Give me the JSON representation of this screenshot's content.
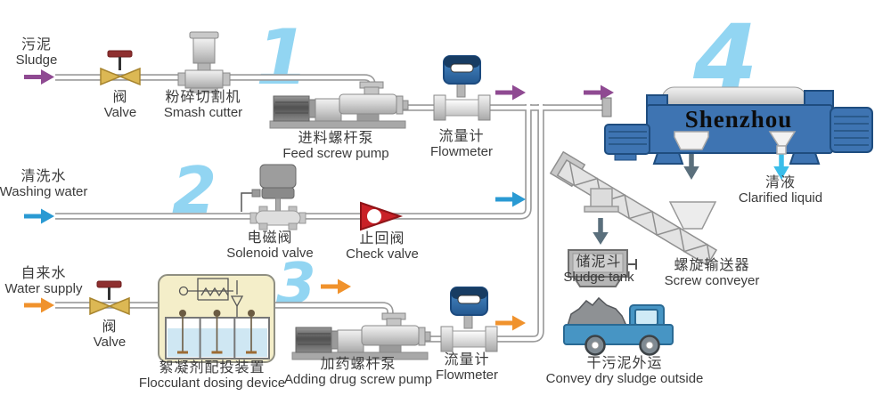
{
  "title": "Sludge dewatering process flow diagram",
  "brand": "Shenzhou",
  "stages": {
    "s1": "1",
    "s2": "2",
    "s3": "3",
    "s4": "4"
  },
  "labels": {
    "sludge": {
      "cn": "污泥",
      "en": "Sludge"
    },
    "valve1": {
      "cn": "阀",
      "en": "Valve"
    },
    "smash_cutter": {
      "cn": "粉碎切割机",
      "en": "Smash cutter"
    },
    "feed_screw_pump": {
      "cn": "进料螺杆泵",
      "en": "Feed screw pump"
    },
    "flowmeter1": {
      "cn": "流量计",
      "en": "Flowmeter"
    },
    "washing_water": {
      "cn": "清洗水",
      "en": "Washing water"
    },
    "solenoid_valve": {
      "cn": "电磁阀",
      "en": "Solenoid valve"
    },
    "check_valve": {
      "cn": "止回阀",
      "en": "Check valve"
    },
    "water_supply": {
      "cn": "自来水",
      "en": "Water supply"
    },
    "valve2": {
      "cn": "阀",
      "en": "Valve"
    },
    "flocculant": {
      "cn": "絮凝剂配投装置",
      "en": "Flocculant dosing device"
    },
    "dosing_pump": {
      "cn": "加药螺杆泵",
      "en": "Adding drug screw pump"
    },
    "flowmeter2": {
      "cn": "流量计",
      "en": "Flowmeter"
    },
    "clarified_liquid": {
      "cn": "清液",
      "en": "Clarified liquid"
    },
    "screw_conveyer": {
      "cn": "螺旋输送器",
      "en": "Screw conveyer"
    },
    "sludge_tank": {
      "cn": "储泥斗",
      "en": "Sludge tank"
    },
    "dry_sludge": {
      "cn": "干污泥外运",
      "en": "Convey dry sludge outside"
    }
  },
  "icons": {
    "sludge_flow_arrow": "#8f4a92",
    "washing_flow_arrow": "#2a9ad3",
    "supply_flow_arrow": "#f0922c",
    "clarified_flow_arrow": "#3bbde9",
    "solids_flow_arrow": "#5a6f7c"
  },
  "colors": {
    "stage_number": "#92d5f2",
    "machine_blue": "#3e74b2",
    "valve_yellow": "#dcb854",
    "valve_handle": "#8e2f2f",
    "check_valve_red": "#c92127",
    "flowmeter_head": "#2f6fb0",
    "flocculant_box": "#f4eec9",
    "water_fill": "#cfe7f3",
    "pipe_gray": "#9a9a9a",
    "text_gray": "#3b3b3b"
  }
}
